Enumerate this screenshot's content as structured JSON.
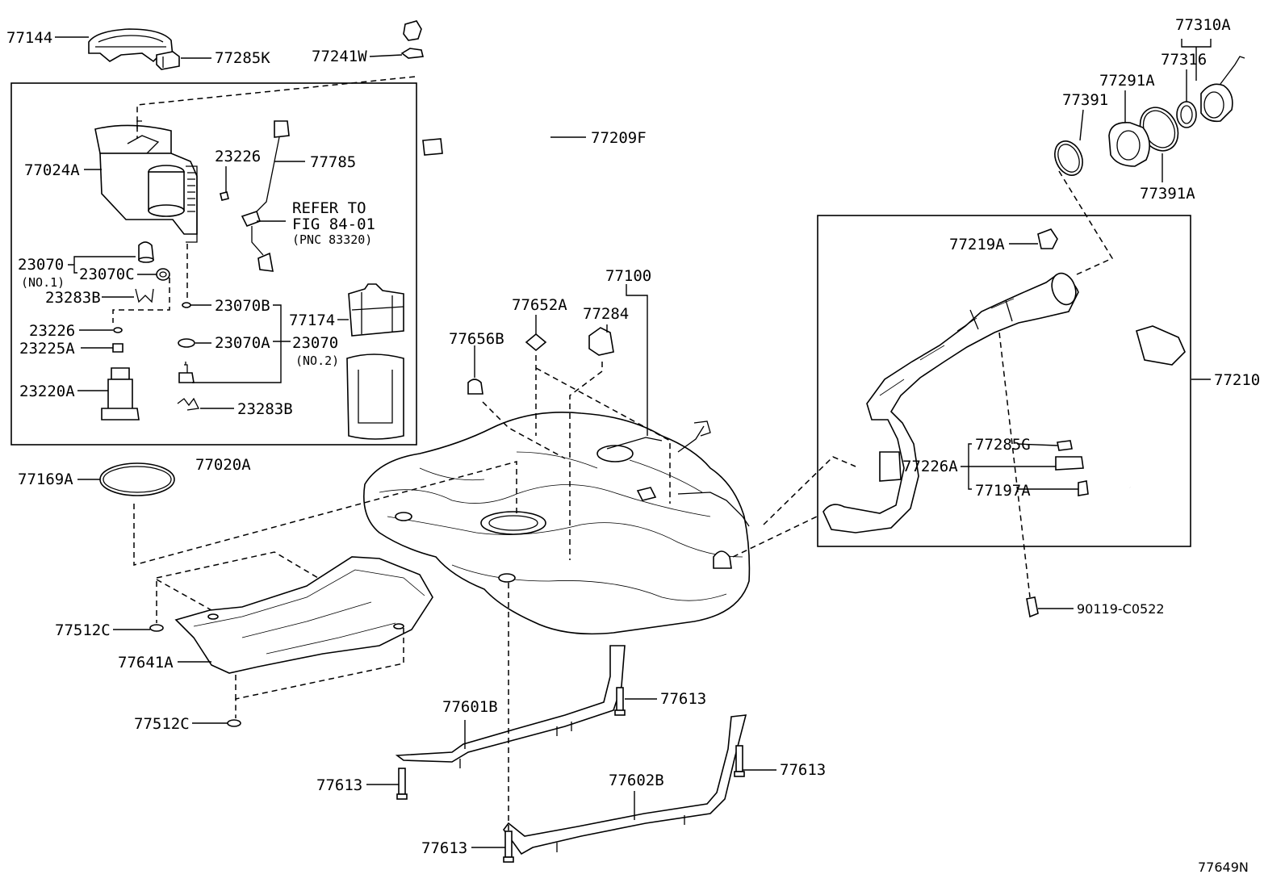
{
  "diagram": {
    "labels": {
      "l77144": "77144",
      "l77285K": "77285K",
      "l77241W": "77241W",
      "l77209F": "77209F",
      "l77024A": "77024A",
      "l23226a": "23226",
      "l77785": "77785",
      "refer1": "REFER TO",
      "refer2": "FIG 84-01",
      "refer3": "(PNC 83320)",
      "l23070n1": "23070",
      "no1": "(NO.1)",
      "l23070C": "23070C",
      "l23283Ba": "23283B",
      "l23070B": "23070B",
      "l77174": "77174",
      "l23226b": "23226",
      "l23225A": "23225A",
      "l23070A": "23070A",
      "l23070n2": "23070",
      "no2": "(NO.2)",
      "l23220A": "23220A",
      "l23283Bb": "23283B",
      "l77020A": "77020A",
      "l77169A": "77169A",
      "l77656B": "77656B",
      "l77652A": "77652A",
      "l77100": "77100",
      "l77284": "77284",
      "l77310A": "77310A",
      "l77316": "77316",
      "l77291A": "77291A",
      "l77391": "77391",
      "l77391A": "77391A",
      "l77219A": "77219A",
      "l77210": "77210",
      "l77285G": "77285G",
      "l77226A": "77226A",
      "l77197A": "77197A",
      "l90119": "90119-C0522",
      "l77512Ca": "77512C",
      "l77641A": "77641A",
      "l77512Cb": "77512C",
      "l77613a": "77613",
      "l77601B": "77601B",
      "l77613b": "77613",
      "l77613c": "77613",
      "l77602B": "77602B",
      "l77613d": "77613",
      "code": "77649N"
    }
  }
}
